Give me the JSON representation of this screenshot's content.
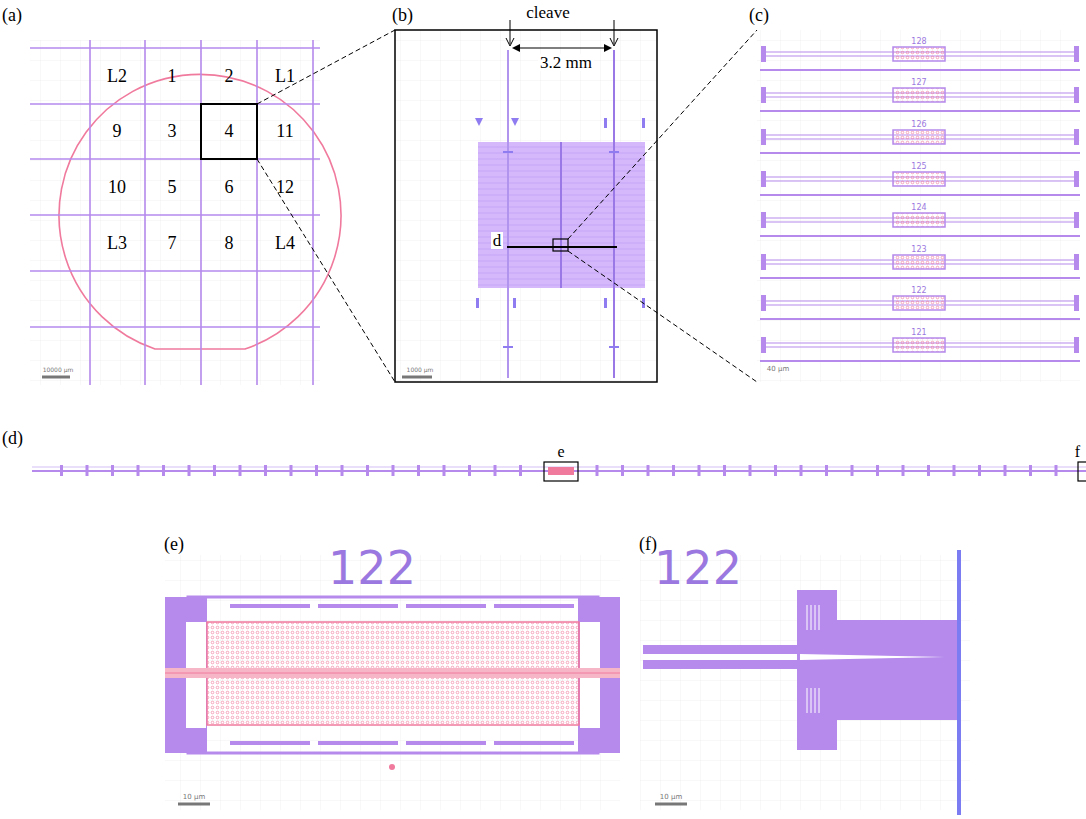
{
  "diagram": {
    "labels": [
      "(a)",
      "(b)",
      "(c)",
      "L2",
      "1",
      "2",
      "L1",
      "9",
      "3",
      "4",
      "11",
      "10",
      "5",
      "6",
      "12",
      "L3",
      "7",
      "8",
      "L4",
      "10000 µm",
      "cleave",
      "3.2 mm",
      "d",
      "1000 µm",
      "128",
      "127",
      "126",
      "125",
      "124",
      "123",
      "122",
      "121",
      "40 µm",
      "(d)",
      "e",
      "f",
      "(e)",
      "122",
      "10 µm",
      "(f)",
      "122",
      "10 µm"
    ]
  }
}
